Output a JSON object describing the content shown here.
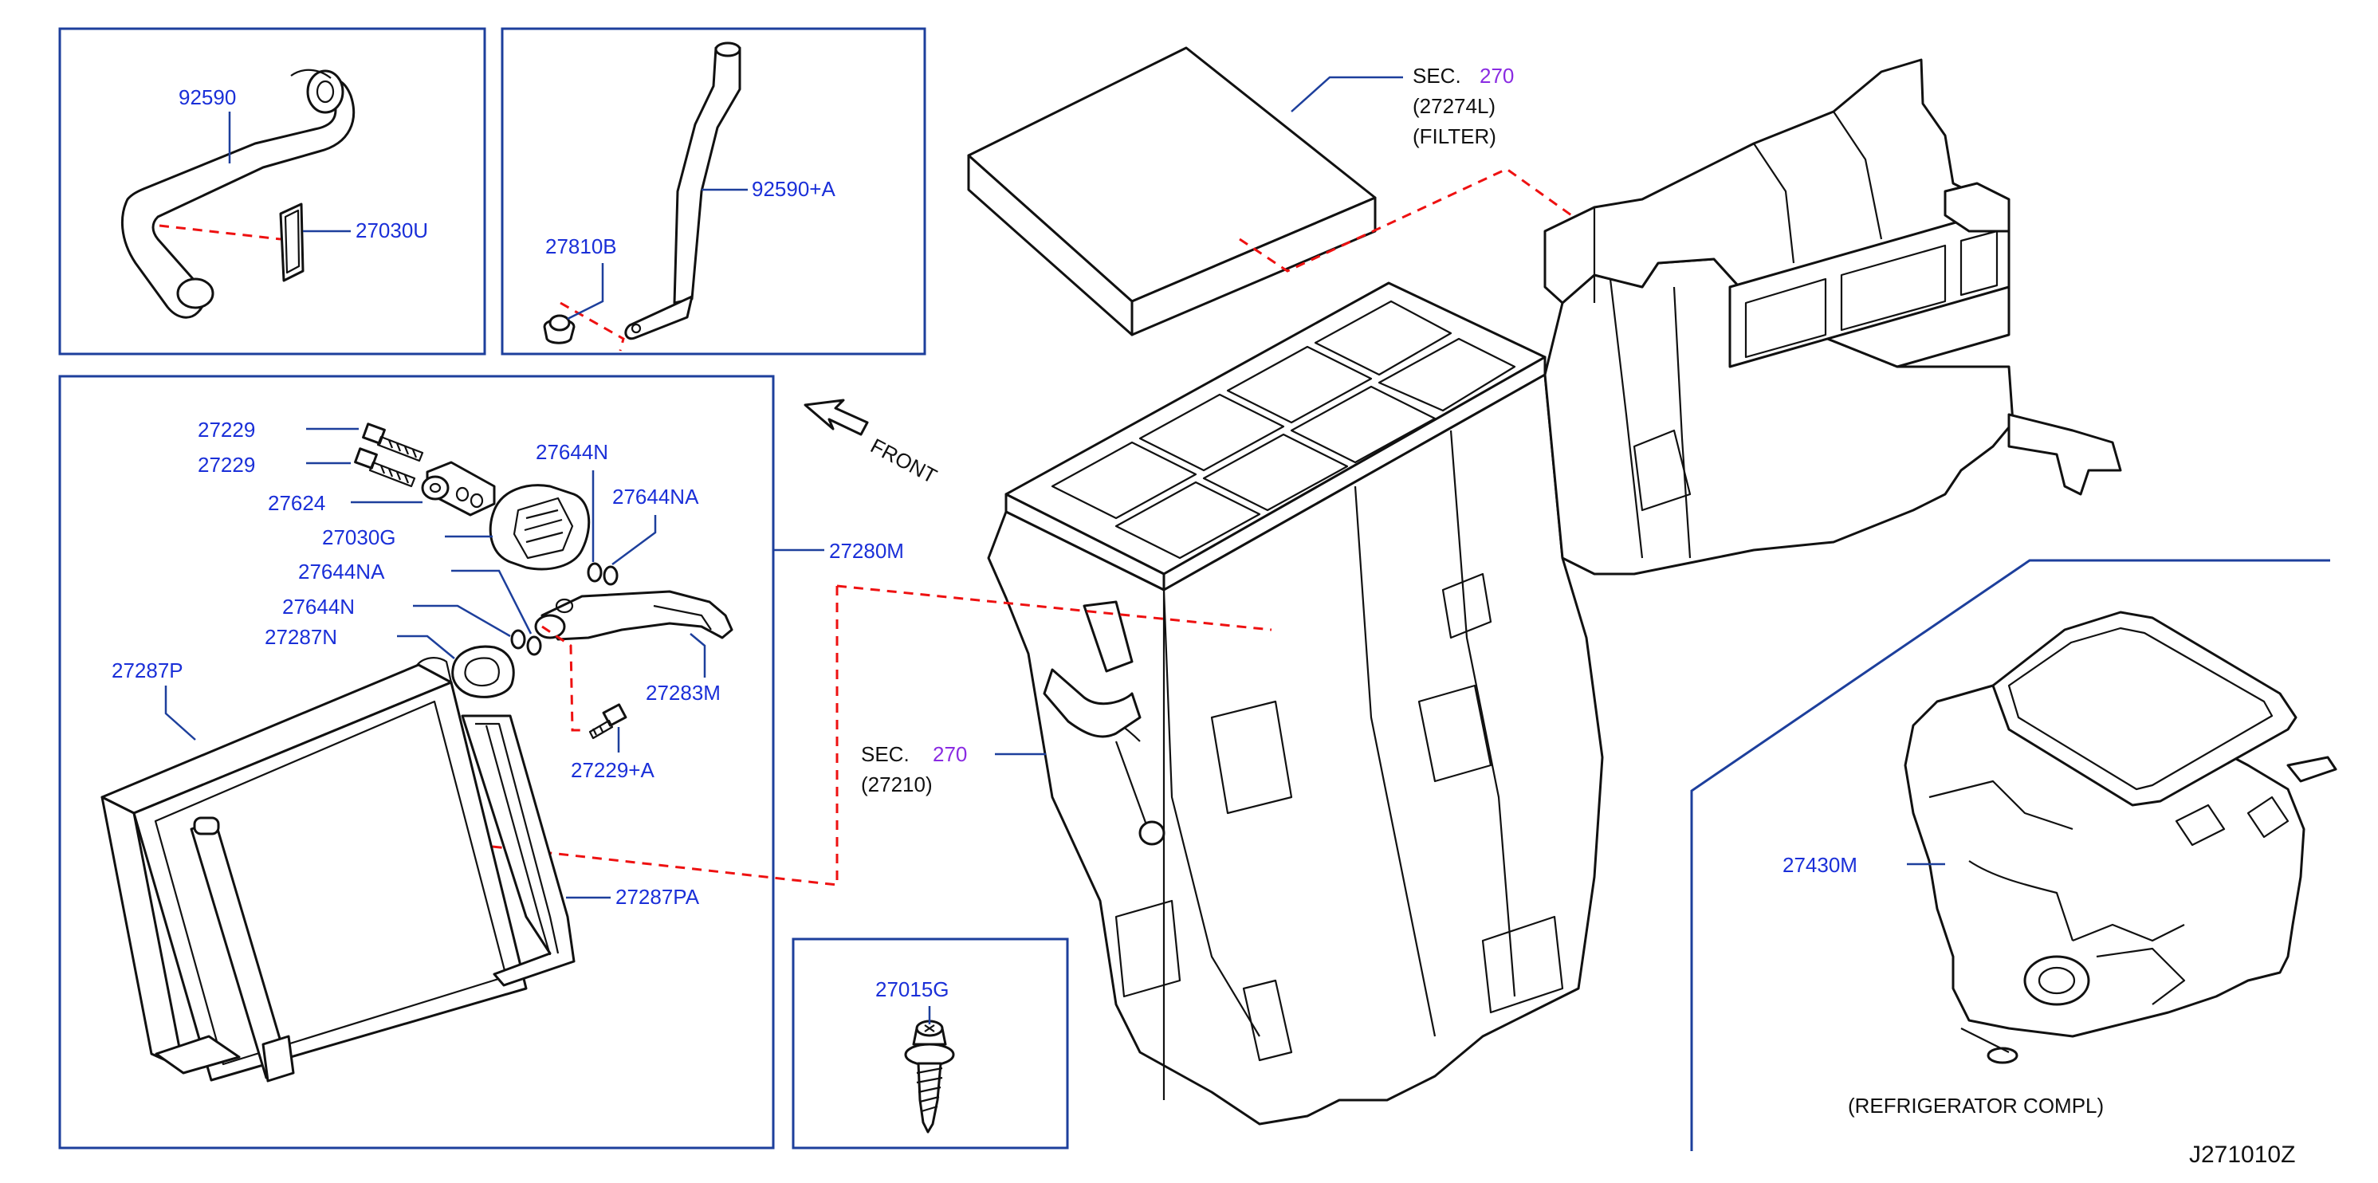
{
  "diagram_id": "J271010Z",
  "front_label": "FRONT",
  "callouts": {
    "p92590": "92590",
    "p27030U": "27030U",
    "p92590A": "92590+A",
    "p27810B": "27810B",
    "sec_filter": "SEC.",
    "sec_filter_num": "270",
    "p27274L": "(27274L)",
    "filter_text": "(FILTER)",
    "p27229_1": "27229",
    "p27229_2": "27229",
    "p27624": "27624",
    "p27030G": "27030G",
    "p27644N_1": "27644N",
    "p27644NA_1": "27644NA",
    "p27644NA_2": "27644NA",
    "p27644N_2": "27644N",
    "p27287N": "27287N",
    "p27287P": "27287P",
    "p27283M": "27283M",
    "p27229A": "27229+A",
    "p27287PA": "27287PA",
    "p27280M": "27280M",
    "sec_unit": "SEC.",
    "sec_unit_num": "270",
    "p27210": "(27210)",
    "p27015G": "27015G",
    "p27430M": "27430M",
    "refrigerator_text": "(REFRIGERATOR   COMPL)"
  }
}
